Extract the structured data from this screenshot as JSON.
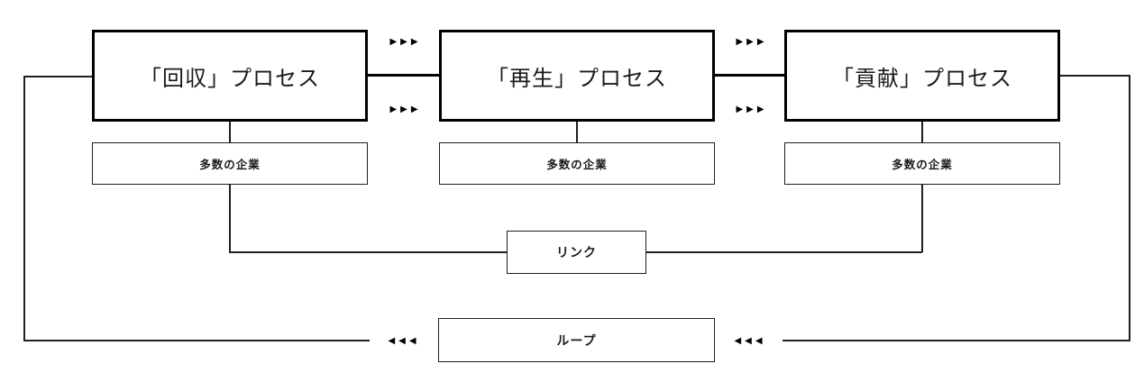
{
  "diagram": {
    "processes": [
      {
        "label": "「回収」プロセス",
        "companies_label": "多数の企業"
      },
      {
        "label": "「再生」プロセス",
        "companies_label": "多数の企業"
      },
      {
        "label": "「貢献」プロセス",
        "companies_label": "多数の企業"
      }
    ],
    "link": {
      "label": "リンク"
    },
    "loop": {
      "label": "ループ"
    },
    "icons": {
      "flow_right_icon": "▶▶▶",
      "flow_left_icon": "◀◀◀"
    },
    "colors": {
      "line": "#1f1f1f",
      "border_thick": "#000000",
      "background": "#ffffff",
      "text": "#1a1a1a"
    }
  }
}
